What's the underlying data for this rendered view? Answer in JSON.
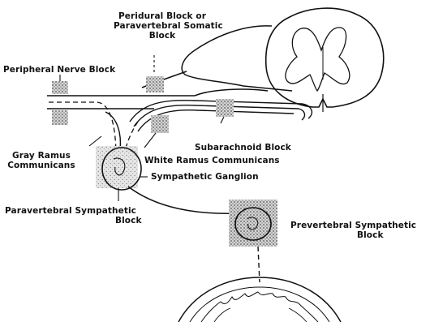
{
  "labels": {
    "peridural_line1": "Peridural Block or",
    "peridural_line2": "Paravertebral Somatic",
    "peridural_line3": "Block",
    "peripheral_nerve_block": "Peripheral Nerve Block",
    "subarachnoid_block": "Subarachnoid Block",
    "gray_ramus_line1": "Gray Ramus",
    "gray_ramus_line2": "Communicans",
    "white_ramus": "White Ramus Communicans",
    "sympathetic_ganglion": "Sympathetic Ganglion",
    "paravertebral_sympathetic_line1": "Paravertebral Sympathetic",
    "paravertebral_sympathetic_line2": "Block",
    "prevertebral_sympathetic_line1": "Prevertebral Sympathetic",
    "prevertebral_sympathetic_line2": "Block"
  },
  "colors": {
    "ink": "#111111",
    "block_shading": "#9a9a9a",
    "background": "#ffffff"
  }
}
